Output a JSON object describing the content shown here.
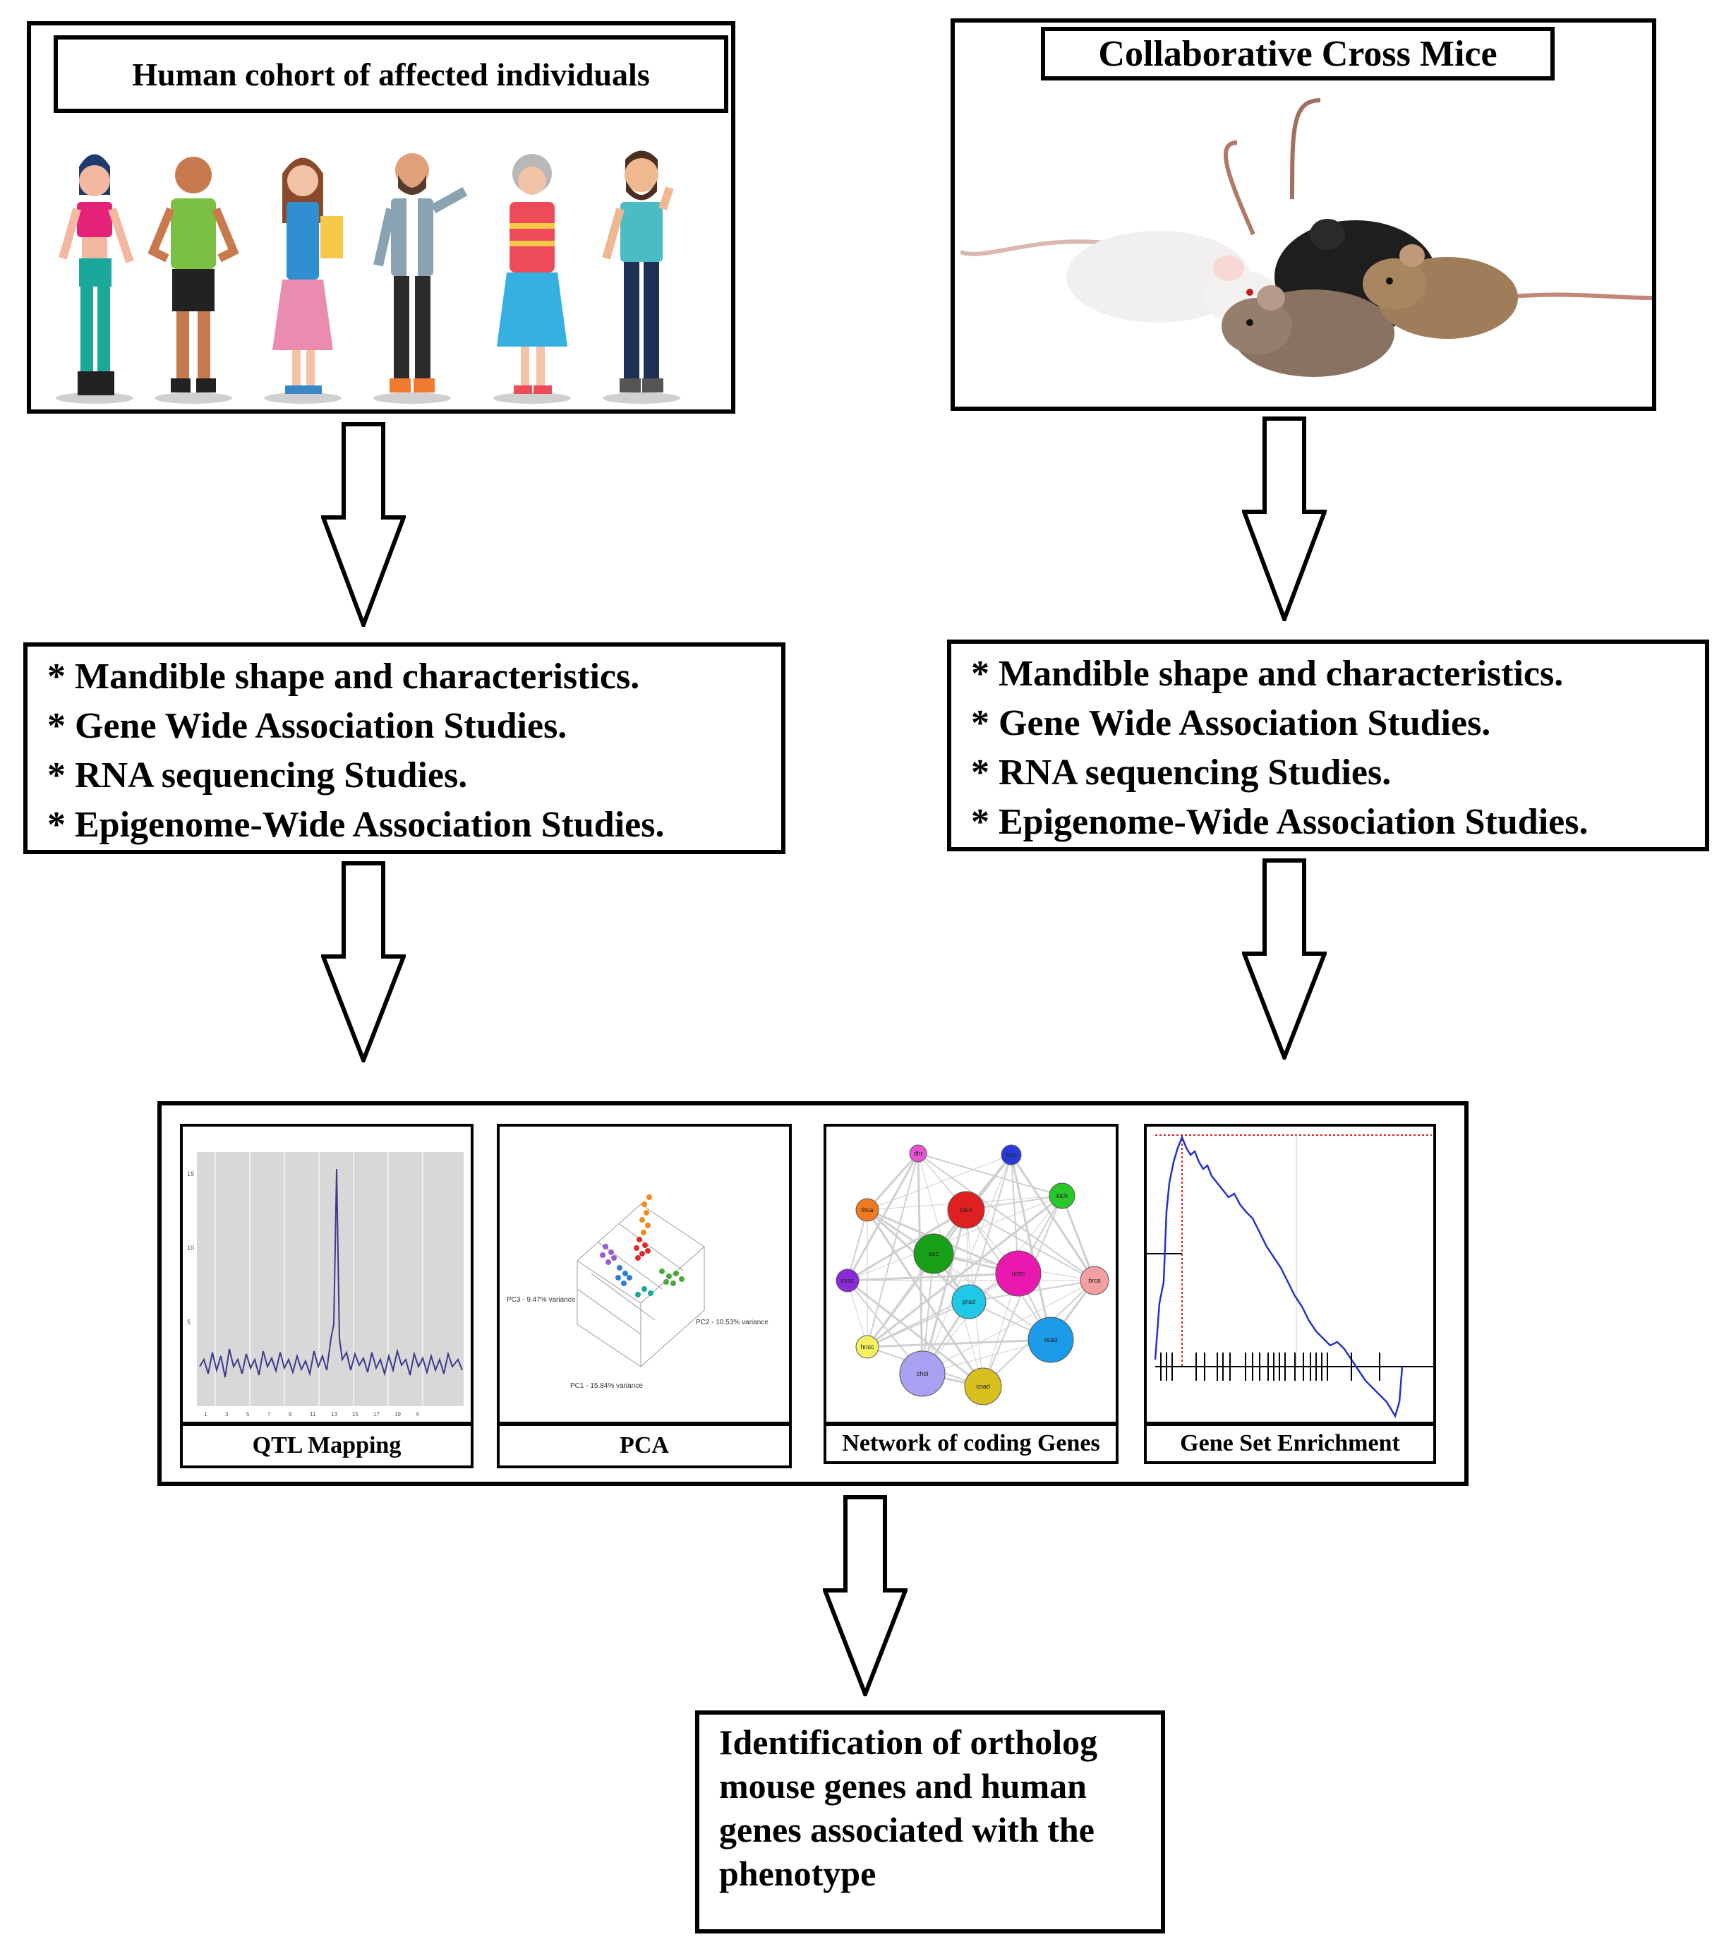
{
  "human": {
    "title": "Human cohort of affected individuals",
    "image_icon": "people-illustration-icon"
  },
  "mouse": {
    "title": "Collaborative Cross Mice",
    "image_icon": "mice-photo-icon"
  },
  "studies_left": [
    "* Mandible shape and characteristics.",
    "* Gene Wide Association Studies.",
    "* RNA sequencing Studies.",
    "* Epigenome-Wide Association Studies."
  ],
  "studies_right": [
    "* Mandible shape and characteristics.",
    "* Gene Wide Association Studies.",
    "* RNA sequencing Studies.",
    "* Epigenome-Wide Association Studies."
  ],
  "analyses": [
    {
      "label": "QTL Mapping",
      "icon": "qtl-plot-icon"
    },
    {
      "label": "PCA",
      "icon": "pca-3d-scatter-icon"
    },
    {
      "label": "Network of coding Genes",
      "icon": "gene-network-icon"
    },
    {
      "label": "Gene Set Enrichment",
      "icon": "enrichment-plot-icon"
    }
  ],
  "pca_labels": {
    "pc1": "PC1 - 15.84% variance",
    "pc2": "PC2 - 10.53% variance",
    "pc3": "PC3 - 9.47% variance"
  },
  "network_nodes": [
    "dhr",
    "hsp",
    "thca",
    "bleo",
    "kich",
    "acc",
    "ucec",
    "brca",
    "cesc",
    "prad",
    "hnsc",
    "chol",
    "coad",
    "read"
  ],
  "result": {
    "lines": [
      "Identification of ortholog",
      "mouse genes and human",
      "genes associated with the",
      "phenotype"
    ]
  },
  "colors": {
    "border": "#000000",
    "qtl_line": "#3b3a8c",
    "gsea_line": "#2233cc",
    "gsea_threshold": "#e02020"
  }
}
